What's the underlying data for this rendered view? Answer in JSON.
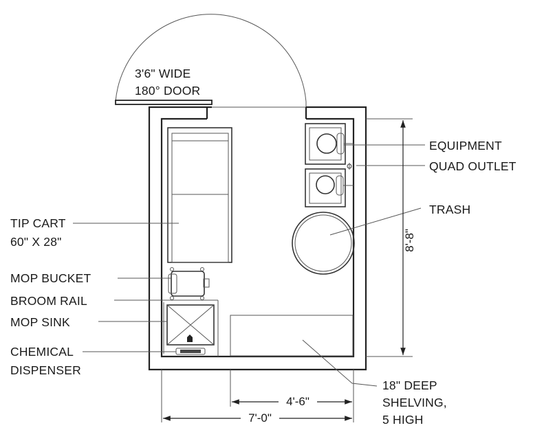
{
  "door": {
    "line1": "3'6\" WIDE",
    "line2": "180° DOOR"
  },
  "labels_right": {
    "equipment": "EQUIPMENT",
    "quad_outlet": "QUAD OUTLET",
    "trash": "TRASH"
  },
  "labels_left": {
    "tip_cart_line1": "TIP CART",
    "tip_cart_line2": "60\" X 28\"",
    "mop_bucket": "MOP BUCKET",
    "broom_rail": "BROOM RAIL",
    "mop_sink": "MOP SINK",
    "chemical_line1": "CHEMICAL",
    "chemical_line2": "DISPENSER"
  },
  "shelving": {
    "line1": "18\" DEEP",
    "line2": "SHELVING,",
    "line3": "5 HIGH"
  },
  "dimensions": {
    "height": "8'-8\"",
    "shelf_width": "4'-6\"",
    "room_width": "7'-0\""
  }
}
